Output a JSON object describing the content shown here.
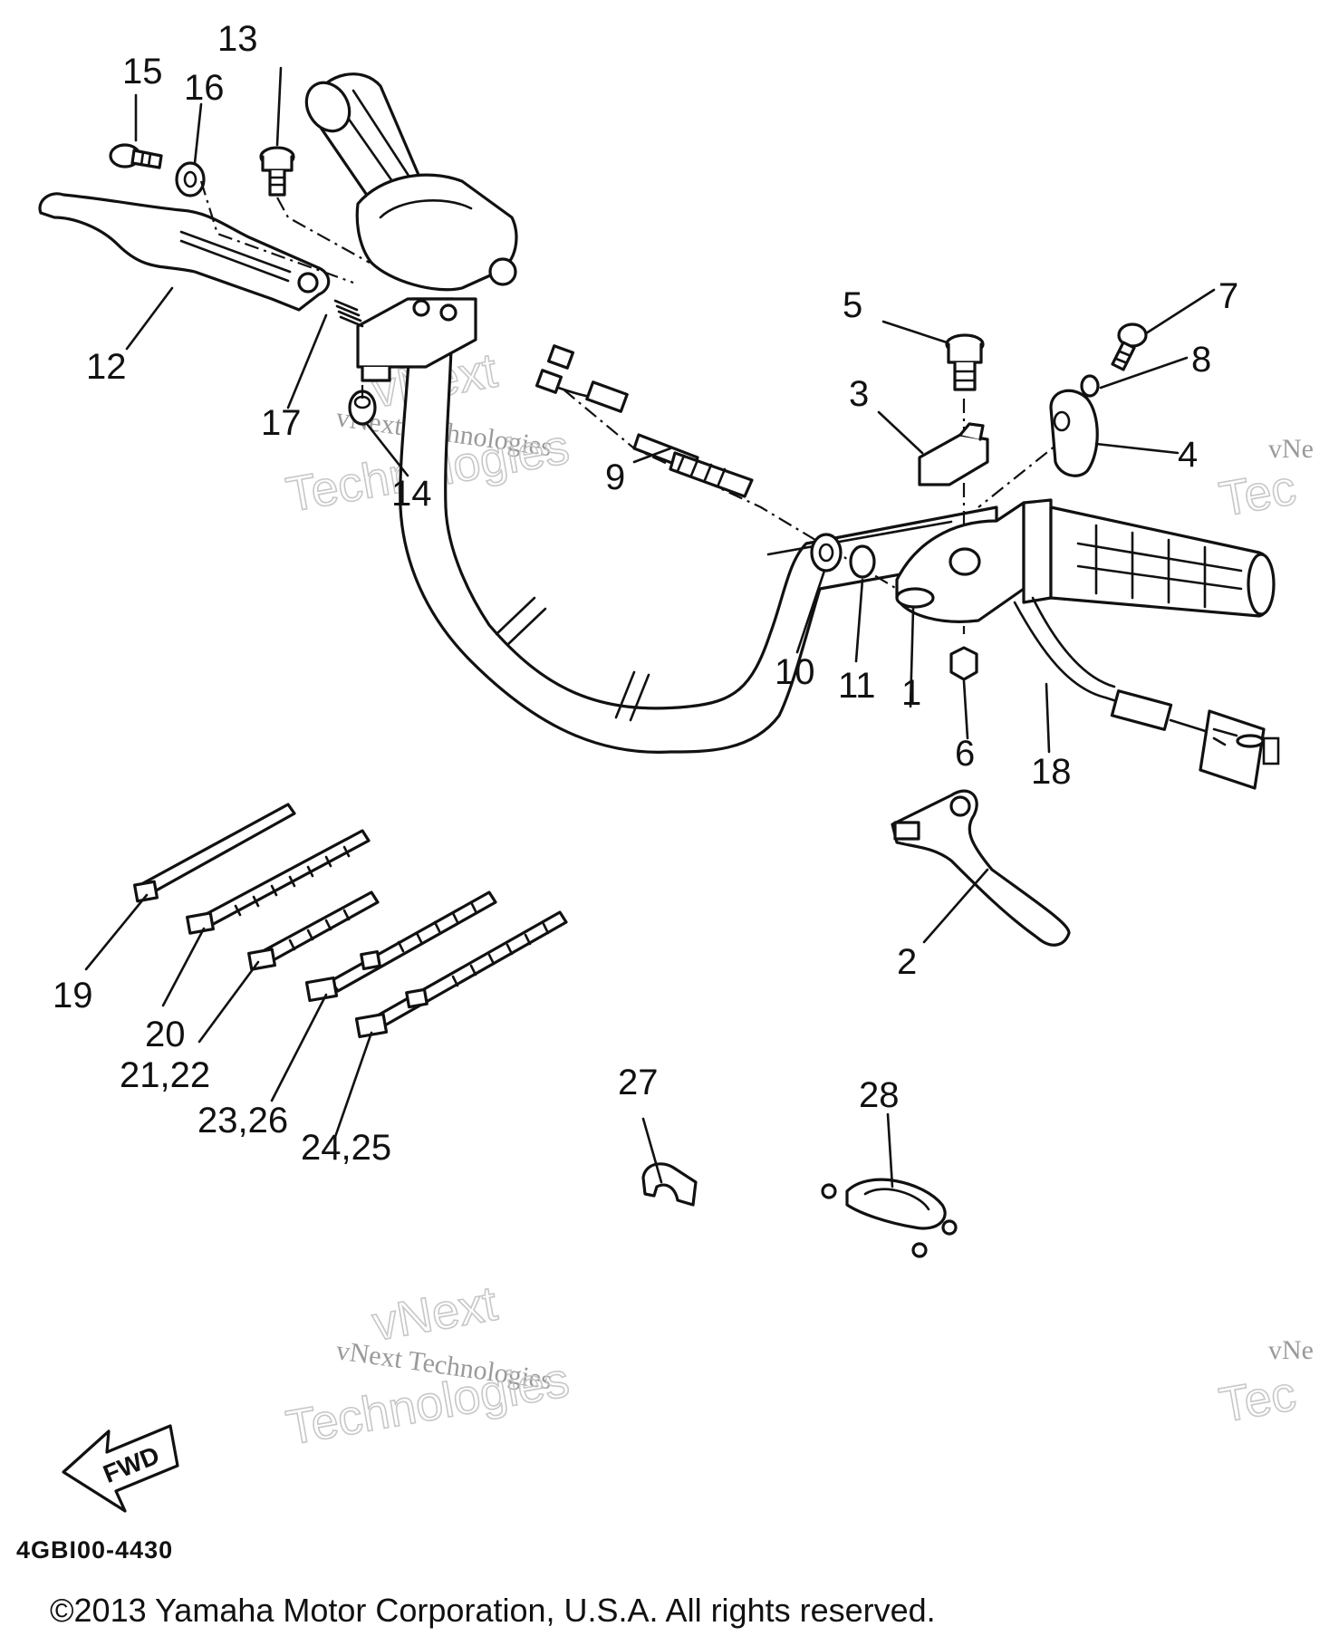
{
  "callouts": [
    "1",
    "2",
    "3",
    "4",
    "5",
    "6",
    "7",
    "8",
    "9",
    "10",
    "11",
    "12",
    "13",
    "14",
    "15",
    "16",
    "17",
    "18",
    "19",
    "20",
    "21,22",
    "23,26",
    "24,25",
    "27",
    "28"
  ],
  "watermark": {
    "line1": "vNext Technologies",
    "line2": "vNext",
    "line3": "Technologies",
    "fragment1": "vNe",
    "fragment2": "Tec"
  },
  "fwd_label": "FWD",
  "diagram_code": "4GBI00-4430",
  "copyright": "©2013 Yamaha Motor Corporation, U.S.A. All rights reserved."
}
